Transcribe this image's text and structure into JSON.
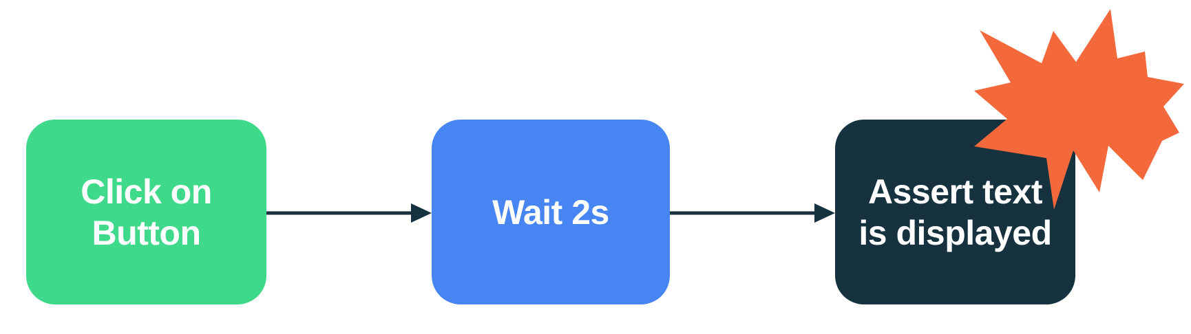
{
  "diagram": {
    "type": "flowchart",
    "direction": "left-to-right",
    "background_color": "#FFFFFF",
    "nodes": [
      {
        "id": "click-on-button",
        "lines": [
          "Click on",
          "Button"
        ],
        "label": "Click on Button",
        "color": "#3ED98A",
        "text_color": "#FFFFFF",
        "shape": "rounded-rectangle"
      },
      {
        "id": "wait-2s",
        "lines": [
          "Wait 2s",
          ""
        ],
        "label": "Wait 2s",
        "color": "#4685F2",
        "text_color": "#FFFFFF",
        "shape": "rounded-rectangle"
      },
      {
        "id": "assert-text-is-displayed",
        "lines": [
          "Assert text",
          "is displayed"
        ],
        "label": "Assert text is displayed",
        "color": "#15323E",
        "text_color": "#FFFFFF",
        "shape": "rounded-rectangle"
      }
    ],
    "connectors": [
      {
        "from": "click-on-button",
        "to": "wait-2s",
        "style": "solid-arrow"
      },
      {
        "from": "wait-2s",
        "to": "assert-text-is-displayed",
        "style": "solid-arrow"
      }
    ],
    "decorations": [
      {
        "name": "explosion-burst-icon",
        "position": "top-right-of-assert-node",
        "color": "#F3693C"
      }
    ],
    "colors": {
      "arrow": "#15323E",
      "burst": "#F3693C",
      "node_green": "#3ED98A",
      "node_blue": "#4685F2",
      "node_navy": "#15323E",
      "text": "#FFFFFF"
    }
  }
}
